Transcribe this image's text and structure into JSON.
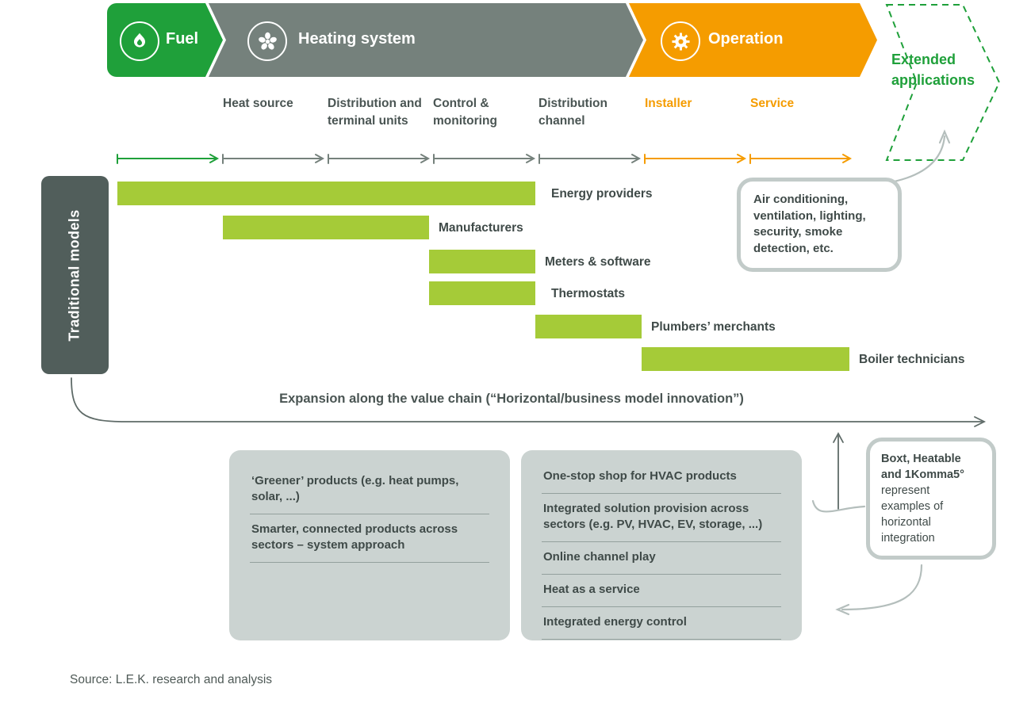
{
  "banners": {
    "fuel": {
      "label": "Fuel",
      "icon": "flame"
    },
    "heating": {
      "label": "Heating system",
      "icon": "fan"
    },
    "operation": {
      "label": "Operation",
      "icon": "gear"
    }
  },
  "extended_applications": {
    "label": "Extended applications"
  },
  "columns": {
    "heat_source": "Heat source",
    "distribution_terminal": "Distribution and terminal units",
    "control_monitoring": "Control & monitoring",
    "distribution_channel": "Distribution channel",
    "installer": "Installer",
    "service": "Service"
  },
  "traditional_models": {
    "label": "Traditional models"
  },
  "bars": [
    {
      "label": "Energy providers",
      "span_from": "Fuel",
      "span_to": "Control & monitoring"
    },
    {
      "label": "Manufacturers",
      "span_from": "Heat source",
      "span_to": "Distribution and terminal units"
    },
    {
      "label": "Meters & software",
      "span_from": "Control & monitoring",
      "span_to": "Control & monitoring"
    },
    {
      "label": "Thermostats",
      "span_from": "Control & monitoring",
      "span_to": "Control & monitoring"
    },
    {
      "label": "Plumbers’ merchants",
      "span_from": "Distribution channel",
      "span_to": "Distribution channel"
    },
    {
      "label": "Boiler technicians",
      "span_from": "Installer",
      "span_to": "Service"
    }
  ],
  "ac_callout": {
    "text": "Air conditioning, ventilation, lighting, security, smoke detection, etc."
  },
  "expansion": {
    "label": "Expansion along the value chain (“Horizontal/business model innovation”)"
  },
  "left_box": {
    "items": [
      {
        "label": "‘Greener’ products (e.g. heat pumps, solar, ...)"
      },
      {
        "label": "Smarter, connected products across sectors – system approach"
      }
    ]
  },
  "right_box": {
    "items": [
      {
        "label": "One-stop shop for HVAC products"
      },
      {
        "label": "Integrated solution provision across sectors (e.g. PV, HVAC, EV, storage, ...)"
      },
      {
        "label": "Online channel play"
      },
      {
        "label": "Heat as a service"
      },
      {
        "label": "Integrated energy control"
      }
    ]
  },
  "boxt_callout": {
    "bold": "Boxt, Heatable and 1Komma5° ",
    "text": "represent examples of horizontal integration"
  },
  "source": "Source: L.E.K. research and analysis",
  "colors": {
    "fuel_green": "#1fa03a",
    "heating_gray": "#75817c",
    "operation_orange": "#f59c00",
    "bar_green": "#a5cb38",
    "sidebar_dark": "#515e5b",
    "box_gray": "#cbd3d1",
    "text_dark": "#3f4a48",
    "arrow_gray": "#9aa5a3"
  }
}
